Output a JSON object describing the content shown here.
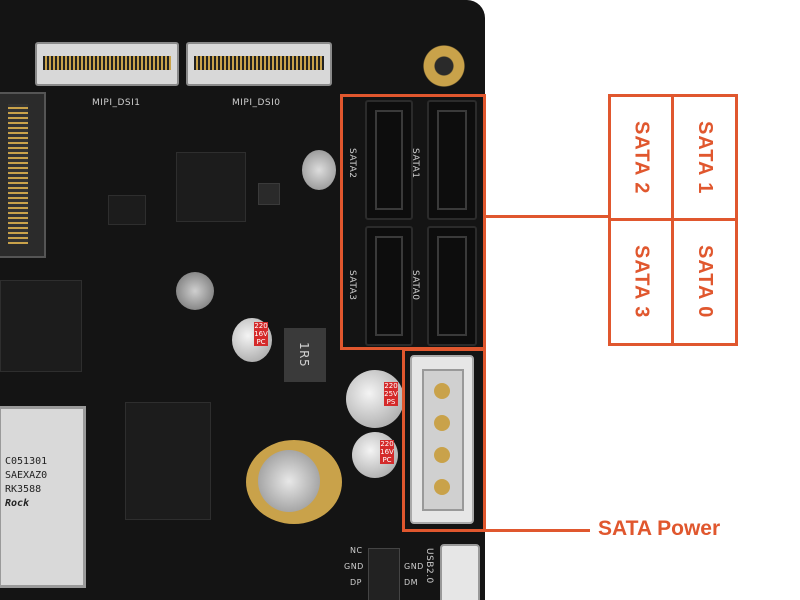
{
  "silkscreen": {
    "mipi_dsi1": "MIPI_DSI1",
    "mipi_dsi0": "MIPI_DSI0",
    "sata2": "SATA2",
    "sata1": "SATA1",
    "sata3": "SATA3",
    "sata0": "SATA0",
    "inductor": "1R5",
    "usb": "USB2.0",
    "pin_nc": "NC",
    "pin_gnd": "GND",
    "pin_dp": "DP",
    "pin_dm": "DM",
    "soc_line1": "Rock",
    "soc_line2": "RK3588",
    "soc_line3": "SAEXAZ0",
    "soc_line4": "C051301"
  },
  "capacitors": [
    {
      "line1": "220",
      "line2": "16V",
      "line3": "PC"
    },
    {
      "line1": "220",
      "line2": "25V",
      "line3": "PS"
    },
    {
      "line1": "220",
      "line2": "16V",
      "line3": "PC"
    }
  ],
  "callouts": {
    "sata_labels": [
      "SATA 1",
      "SATA 2",
      "SATA 0",
      "SATA 3"
    ],
    "sata_power": "SATA Power"
  },
  "colors": {
    "accent": "#e0572e",
    "board": "#141414"
  }
}
